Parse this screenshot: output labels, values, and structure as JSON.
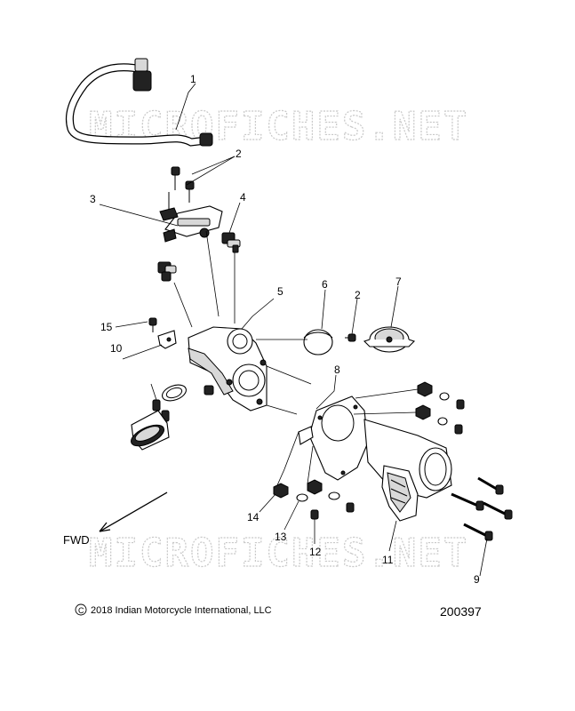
{
  "watermark": "MICROFICHES.NET",
  "callouts": [
    {
      "id": "callout-1",
      "label": "1"
    },
    {
      "id": "callout-2a",
      "label": "2"
    },
    {
      "id": "callout-2b",
      "label": "2"
    },
    {
      "id": "callout-3",
      "label": "3"
    },
    {
      "id": "callout-4",
      "label": "4"
    },
    {
      "id": "callout-5",
      "label": "5"
    },
    {
      "id": "callout-6",
      "label": "6"
    },
    {
      "id": "callout-7",
      "label": "7"
    },
    {
      "id": "callout-8",
      "label": "8"
    },
    {
      "id": "callout-9",
      "label": "9"
    },
    {
      "id": "callout-10",
      "label": "10"
    },
    {
      "id": "callout-11",
      "label": "11"
    },
    {
      "id": "callout-12",
      "label": "12"
    },
    {
      "id": "callout-13",
      "label": "13"
    },
    {
      "id": "callout-14",
      "label": "14"
    },
    {
      "id": "callout-15",
      "label": "15"
    }
  ],
  "direction_label": "FWD",
  "copyright_symbol": "©",
  "copyright_text": "2018 Indian Motorcycle International, LLC",
  "diagram_number": "200397"
}
